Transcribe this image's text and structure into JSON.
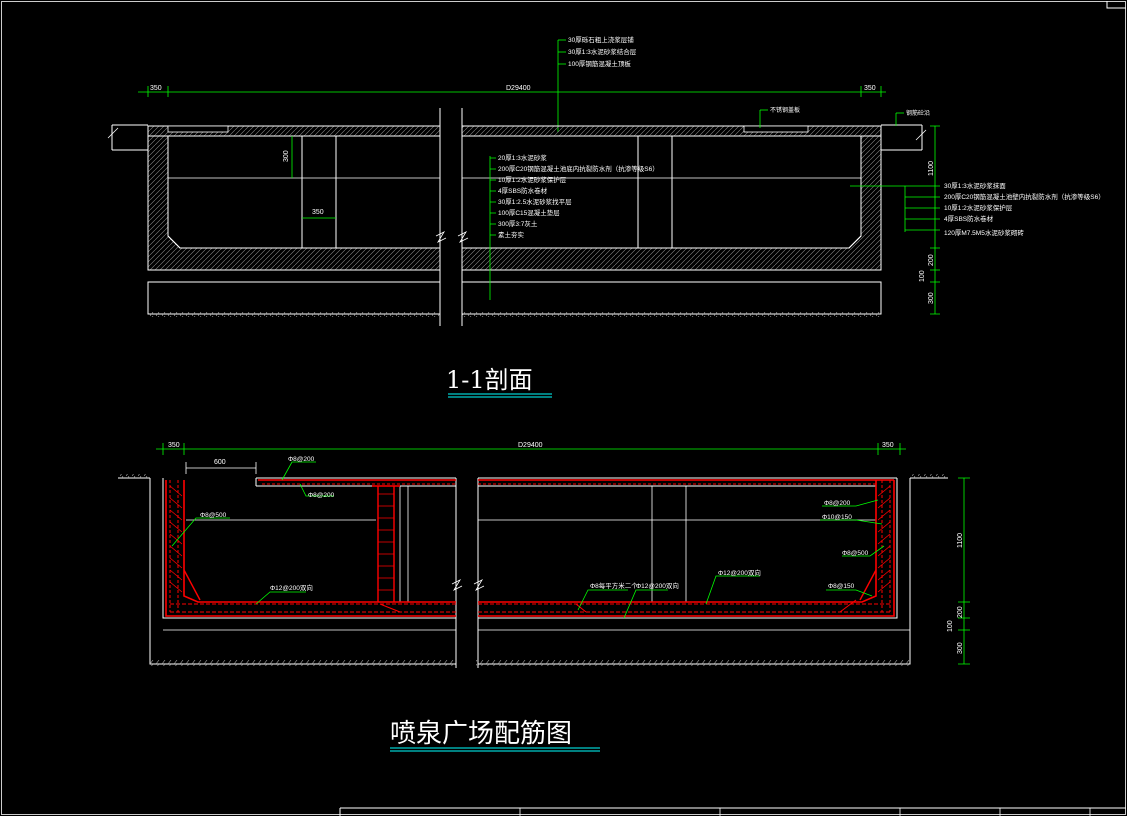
{
  "section": {
    "title": "1-1剖面",
    "dims": {
      "left": "350",
      "total": "D29400",
      "right": "350"
    },
    "top_layers": [
      "30厚砾石粗上浇浆层铺",
      "30厚1:3水泥砂浆结合层",
      "100厚钢筋混凝土顶板"
    ],
    "label_grate": "不锈钢盖板",
    "label_edge": "钢筋砼沿",
    "wall_dim": "300",
    "column_dim": "350",
    "bottom_layers": [
      "20厚1:3水泥砂浆",
      "200厚C20钢筋混凝土池底内抗裂防水剂（抗渗等级S6）",
      "10厚1:2水泥砂浆保护层",
      "4厚SBS防水卷材",
      "30厚1:2.5水泥砂浆找平层",
      "100厚C15混凝土垫层",
      "300厚3:7灰土",
      "素土夯实"
    ],
    "wall_layers": [
      "30厚1:3水泥砂浆抹面",
      "200厚C20钢筋混凝土池壁内抗裂防水剂（抗渗等级S6）",
      "10厚1:2水泥砂浆保护层",
      "4厚SBS防水卷材",
      "120厚M7.5M5水泥砂浆砌砖"
    ],
    "right_dims": [
      "1100",
      "200",
      "100",
      "300"
    ]
  },
  "rebar": {
    "title": "喷泉广场配筋图",
    "dims": {
      "left": "350",
      "total": "D29400",
      "right": "350",
      "offset": "600"
    },
    "labels_left": [
      "Φ8@200",
      "Φ8@200",
      "Φ8@500",
      "Φ12@200双向"
    ],
    "labels_mid": [
      "Φ8每平方米二个",
      "Φ12@200双向",
      "Φ12@200双向"
    ],
    "labels_right": [
      "Φ8@200",
      "Φ10@150",
      "Φ8@500",
      "Φ8@150"
    ],
    "right_dims": [
      "1100",
      "200",
      "100",
      "300"
    ]
  },
  "colors": {
    "background": "#000000",
    "line": "#ffffff",
    "dimension": "#00ff00",
    "rebar": "#ff0000",
    "underline": "#00cccc"
  }
}
